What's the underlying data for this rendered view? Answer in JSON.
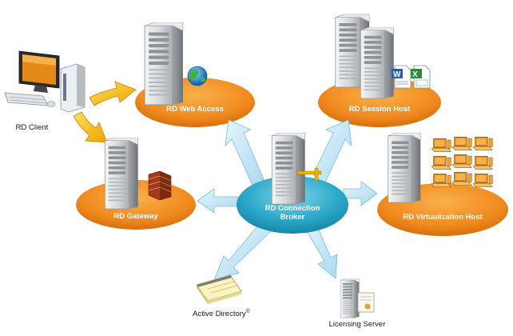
{
  "nodes": {
    "rd_client": {
      "label": "RD Client"
    },
    "rd_web_access": {
      "label": "RD Web Access"
    },
    "rd_session_host": {
      "label": "RD Session Host"
    },
    "rd_gateway": {
      "label": "RD Gateway"
    },
    "rd_connection_broker": {
      "label_line1": "RD Connection",
      "label_line2": "Broker"
    },
    "rd_virtualization_host": {
      "label": "RD Virtualization Host"
    },
    "active_directory": {
      "label": "Active Directory",
      "mark": "®"
    },
    "licensing_server": {
      "label": "Licensing Server"
    }
  },
  "colors": {
    "role_ellipse": "#f08a1e",
    "broker_ellipse": "#2aa7c8",
    "connector_arrow": "#bfe6f7",
    "client_arrow": "#f5b800",
    "server_body": "#d9dbde"
  },
  "icons": {
    "client": "desktop-computer-icon",
    "server": "tower-server-icon",
    "web": "globe-icon",
    "gateway": "brick-firewall-icon",
    "session": "office-documents-icon",
    "virtualization": "virtual-desktops-icon",
    "directory": "notepad-icon",
    "licensing": "certificate-icon"
  }
}
